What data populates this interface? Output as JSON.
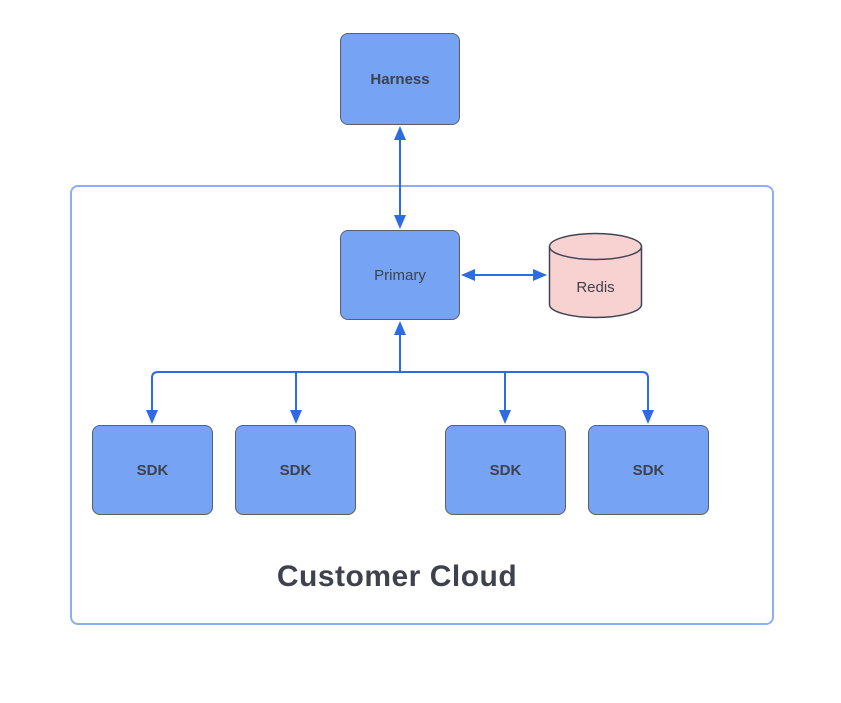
{
  "container": {
    "label": "Customer Cloud"
  },
  "nodes": {
    "harness": {
      "label": "Harness"
    },
    "primary": {
      "label": "Primary"
    },
    "redis": {
      "label": "Redis"
    }
  },
  "sdk_nodes": [
    {
      "label": "SDK"
    },
    {
      "label": "SDK"
    },
    {
      "label": "SDK"
    },
    {
      "label": "SDK"
    }
  ],
  "edges": [
    {
      "from": "Harness",
      "to": "Primary",
      "style": "bidirectional-vertical-arrow"
    },
    {
      "from": "Primary",
      "to": "Redis",
      "style": "bidirectional-horizontal-arrow"
    },
    {
      "from": "Primary",
      "to": "SDK x4",
      "style": "fan-out-tree-with-down-arrowheads-and-up-arrowhead-into-primary"
    }
  ],
  "colors": {
    "node_fill": "#76a3f3",
    "node_border": "#5c5f66",
    "redis_fill": "#f8d2d0",
    "redis_border": "#3f4455",
    "connector": "#2d6be3",
    "container_border": "#8caef2",
    "label_text": "#3d424d",
    "background": "#ffffff"
  }
}
